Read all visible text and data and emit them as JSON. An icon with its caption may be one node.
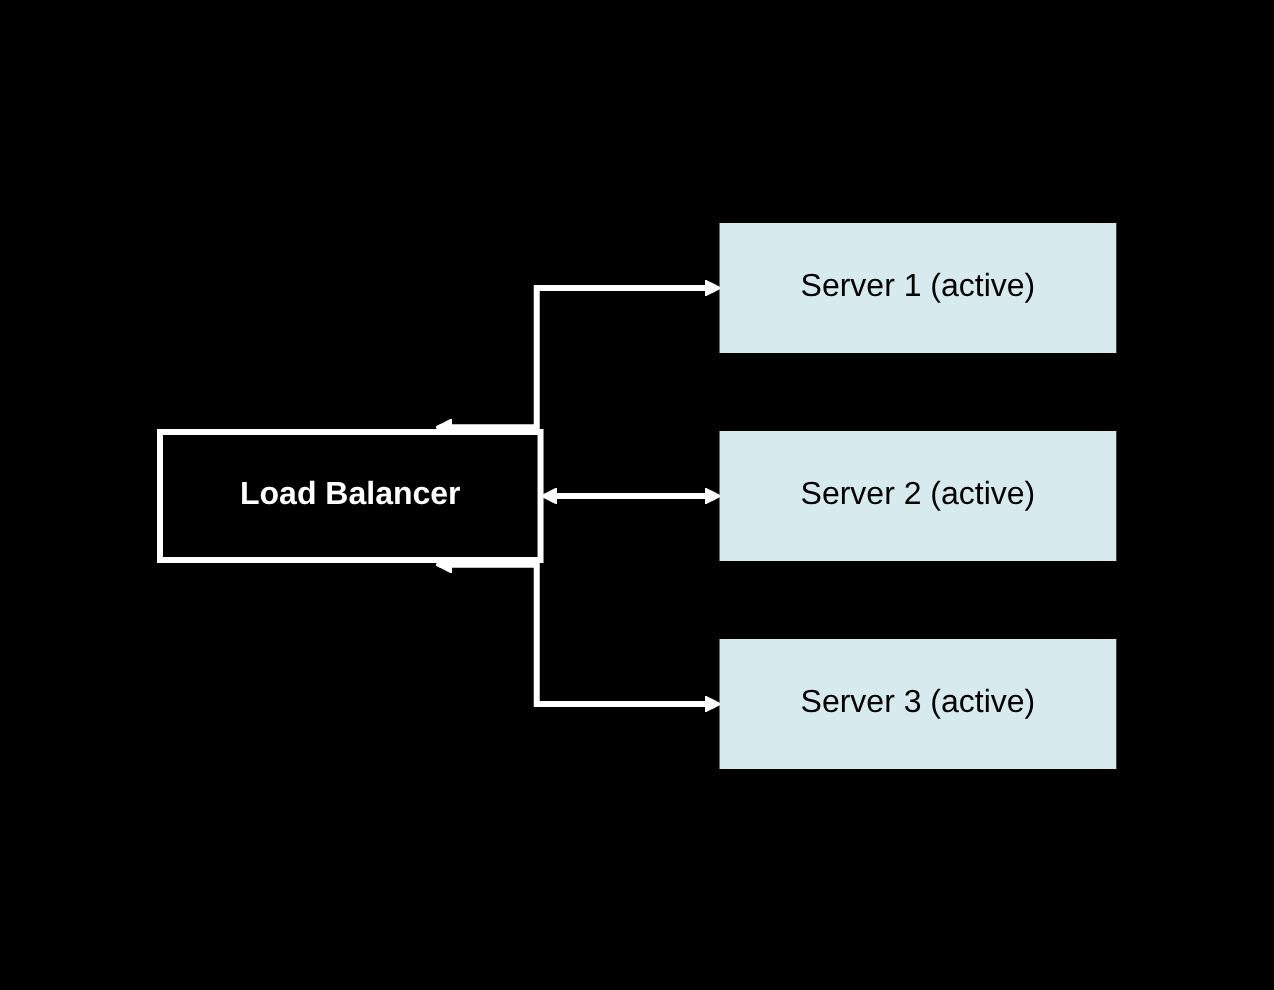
{
  "diagram": {
    "nodes": [
      {
        "text": [
          "Load Balancer"
        ]
      },
      {
        "text": [
          "Server 1 (active)"
        ]
      },
      {
        "text": [
          "Server 2 (active)"
        ]
      },
      {
        "text": [
          "Server 3 (active)"
        ]
      }
    ],
    "edges": [
      {
        "from": 0,
        "to": 1,
        "arrow": "both"
      },
      {
        "from": 0,
        "to": 2,
        "arrow": "both"
      },
      {
        "from": 0,
        "to": 3,
        "arrow": "both"
      }
    ]
  }
}
